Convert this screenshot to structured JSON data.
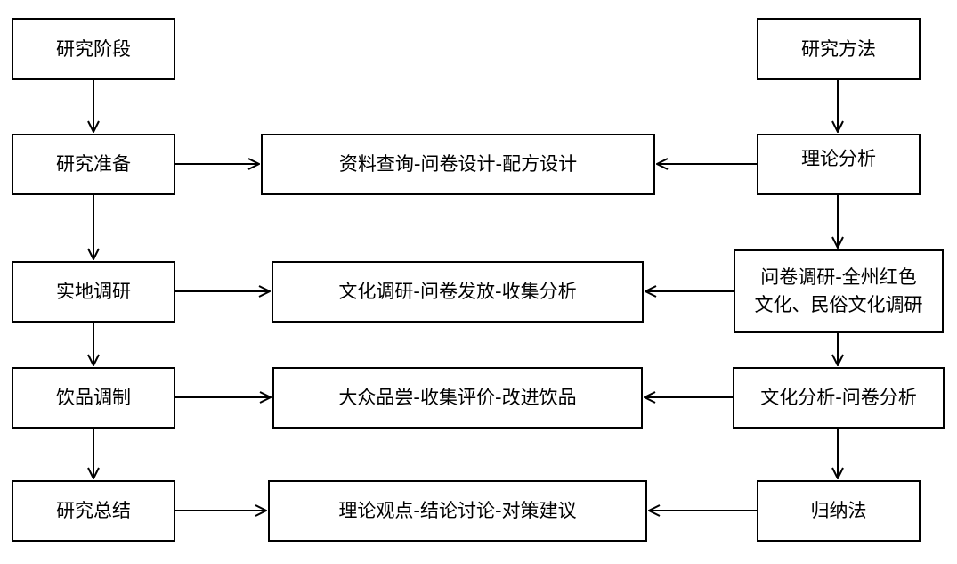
{
  "stages": {
    "header": "研究阶段",
    "prepare": "研究准备",
    "field": "实地调研",
    "drink": "饮品调制",
    "summary": "研究总结"
  },
  "methods": {
    "header": "研究方法",
    "theory": "理论分析",
    "survey_line1": "问卷调研-全州红色",
    "survey_line2": "文化、民俗文化调研",
    "analysis": "文化分析-问卷分析",
    "induction": "归纳法"
  },
  "activities": {
    "prepare": "资料查询-问卷设计-配方设计",
    "field": "文化调研-问卷发放-收集分析",
    "drink": "大众品尝-收集评价-改进饮品",
    "summary": "理论观点-结论讨论-对策建议"
  }
}
